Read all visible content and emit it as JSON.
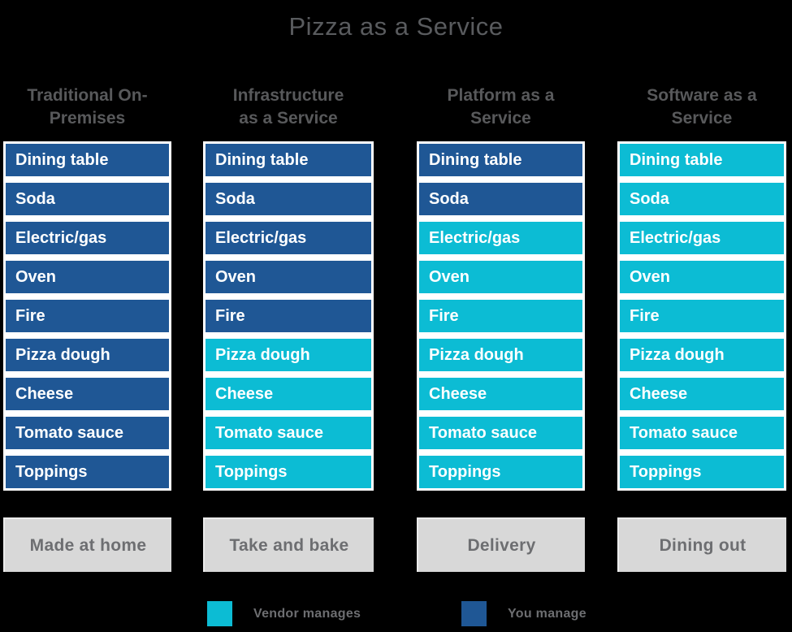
{
  "title": "Pizza as a Service",
  "rows": [
    "Dining table",
    "Soda",
    "Electric/gas",
    "Oven",
    "Fire",
    "Pizza dough",
    "Cheese",
    "Tomato sauce",
    "Toppings"
  ],
  "columns": [
    {
      "header_line1": "Traditional On-",
      "header_line2": "Premises",
      "label": "Made at home",
      "cell_owner": [
        "you",
        "you",
        "you",
        "you",
        "you",
        "you",
        "you",
        "you",
        "you"
      ]
    },
    {
      "header_line1": "Infrastructure",
      "header_line2": "as a Service",
      "label": "Take and bake",
      "cell_owner": [
        "you",
        "you",
        "you",
        "you",
        "you",
        "vendor",
        "vendor",
        "vendor",
        "vendor"
      ]
    },
    {
      "header_line1": "Platform as a",
      "header_line2": "Service",
      "label": "Delivery",
      "cell_owner": [
        "you",
        "you",
        "vendor",
        "vendor",
        "vendor",
        "vendor",
        "vendor",
        "vendor",
        "vendor"
      ]
    },
    {
      "header_line1": "Software as a",
      "header_line2": "Service",
      "label": "Dining out",
      "cell_owner": [
        "vendor",
        "vendor",
        "vendor",
        "vendor",
        "vendor",
        "vendor",
        "vendor",
        "vendor",
        "vendor"
      ]
    }
  ],
  "legend": [
    {
      "label": "Vendor manages",
      "role": "vendor",
      "color": "#0CBCD4"
    },
    {
      "label": "You manage",
      "role": "you",
      "color": "#1F5795"
    }
  ],
  "colors": {
    "background": "#000000",
    "vendor": "#0CBCD4",
    "you": "#1F5795",
    "title_text": "#595B5E",
    "header_text": "#58595B",
    "cell_text": "#FFFFFF",
    "cell_border": "#FFFFFF",
    "label_bg": "#D8D8D8",
    "label_text": "#6D6E71",
    "legend_text": "#6D6E71"
  }
}
